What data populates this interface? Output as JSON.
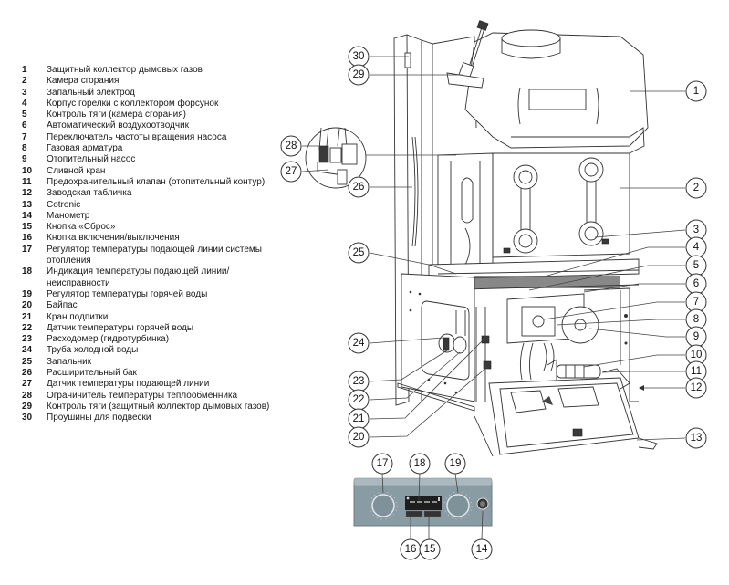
{
  "legend": [
    {
      "num": "1",
      "text": "Защитный коллектор дымовых газов"
    },
    {
      "num": "2",
      "text": "Камера сгорания"
    },
    {
      "num": "3",
      "text": "Запальный электрод"
    },
    {
      "num": "4",
      "text": "Корпус горелки с коллектором форсунок"
    },
    {
      "num": "5",
      "text": "Контроль тяги (камера сгорания)"
    },
    {
      "num": "6",
      "text": "Автоматический воздухоотводчик"
    },
    {
      "num": "7",
      "text": "Переключатель частоты вращения насоса"
    },
    {
      "num": "8",
      "text": "Газовая арматура"
    },
    {
      "num": "9",
      "text": "Отопительный насос"
    },
    {
      "num": "10",
      "text": "Сливной кран"
    },
    {
      "num": "11",
      "text": "Предохранительный клапан (отопительный контур)"
    },
    {
      "num": "12",
      "text": "Заводская табличка"
    },
    {
      "num": "13",
      "text": "Cotronic"
    },
    {
      "num": "14",
      "text": "Манометр"
    },
    {
      "num": "15",
      "text": "Кнопка «Сброс»"
    },
    {
      "num": "16",
      "text": "Кнопка включения/выключения"
    },
    {
      "num": "17",
      "text": "Регулятор температуры подающей линии системы отопления"
    },
    {
      "num": "18",
      "text": "Индикация температуры подающей линии/ неисправности"
    },
    {
      "num": "19",
      "text": "Регулятор температуры горячей воды"
    },
    {
      "num": "20",
      "text": "Байпас"
    },
    {
      "num": "21",
      "text": "Кран подпитки"
    },
    {
      "num": "22",
      "text": "Датчик температуры горячей воды"
    },
    {
      "num": "23",
      "text": "Расходомер (гидротурбинка)"
    },
    {
      "num": "24",
      "text": "Труба холодной воды"
    },
    {
      "num": "25",
      "text": "Запальник"
    },
    {
      "num": "26",
      "text": "Расширительный бак"
    },
    {
      "num": "27",
      "text": "Датчик температуры подающей линии"
    },
    {
      "num": "28",
      "text": "Ограничитель температуры теплообменника"
    },
    {
      "num": "29",
      "text": "Контроль тяги (защитный коллектор дымовых газов)"
    },
    {
      "num": "30",
      "text": "Проушины для подвески"
    }
  ],
  "callouts": {
    "c1": "1",
    "c2": "2",
    "c3": "3",
    "c4": "4",
    "c5": "5",
    "c6": "6",
    "c7": "7",
    "c8": "8",
    "c9": "9",
    "c10": "10",
    "c11": "11",
    "c12": "12",
    "c13": "13",
    "c14": "14",
    "c15": "15",
    "c16": "16",
    "c17": "17",
    "c18": "18",
    "c19": "19",
    "c20": "20",
    "c21": "21",
    "c22": "22",
    "c23": "23",
    "c24": "24",
    "c25": "25",
    "c26": "26",
    "c27": "27",
    "c28": "28",
    "c29": "29",
    "c30": "30"
  },
  "colors": {
    "panel_fill": "#8a9ca3",
    "panel_top": "#a9b9bf",
    "display": "#1e1e1e"
  }
}
